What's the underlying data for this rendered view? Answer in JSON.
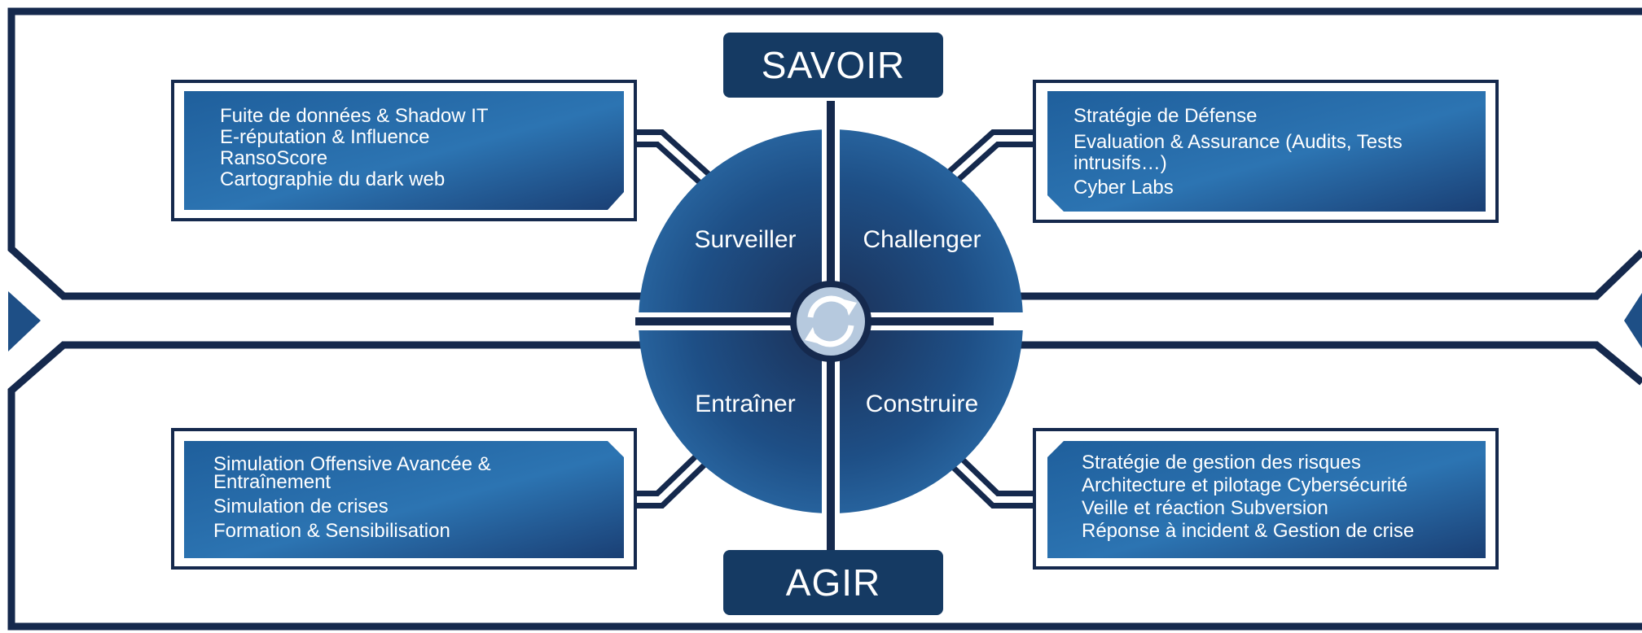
{
  "colors": {
    "navy": "#15294d",
    "accent": "#2f77b5",
    "dark_blue": "#153a63",
    "light_ring": "#b6c9de"
  },
  "top_label": "SAVOIR",
  "bottom_label": "AGIR",
  "quadrants": {
    "top_left": "Surveiller",
    "top_right": "Challenger",
    "bottom_left": "Entraîner",
    "bottom_right": "Construire"
  },
  "center_icon": "cycle-arrows-icon",
  "boxes": {
    "top_left": [
      "Fuite de données & Shadow IT",
      "E-réputation & Influence",
      "RansoScore",
      "Cartographie du dark web"
    ],
    "top_right": [
      "Stratégie de Défense",
      "Evaluation & Assurance (Audits, Tests",
      "intrusifs…)",
      "Cyber Labs"
    ],
    "bottom_left": [
      "Simulation Offensive Avancée &",
      "Entraînement",
      "Simulation de crises",
      "Formation & Sensibilisation"
    ],
    "bottom_right": [
      "Stratégie de gestion des risques",
      "Architecture et pilotage Cybersécurité",
      "Veille et réaction Subversion",
      "Réponse à incident & Gestion de crise"
    ]
  }
}
